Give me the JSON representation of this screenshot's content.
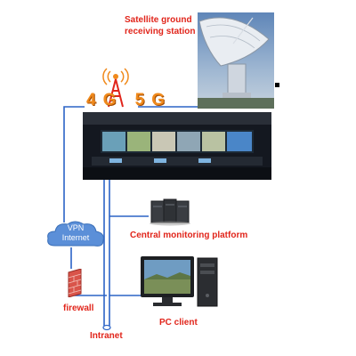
{
  "labels": {
    "satellite_line1": "Satellite ground",
    "satellite_line2": "receiving station",
    "network_badge": "4G 5G",
    "vpn_line1": "VPN",
    "vpn_line2": "Internet",
    "firewall": "firewall",
    "intranet": "Intranet",
    "central_monitoring": "Central monitoring platform",
    "pc_client": "PC client"
  },
  "colors": {
    "label_red": "#e1251b",
    "line_blue": "#2b63c6",
    "cloud_blue": "#5b8fd8",
    "badge_orange": "#f08a1c"
  },
  "icons": [
    "satellite-dish-photo",
    "cell-tower-icon",
    "control-room-photo",
    "cloud-icon",
    "firewall-icon",
    "server-icon",
    "desktop-pc-icon"
  ]
}
